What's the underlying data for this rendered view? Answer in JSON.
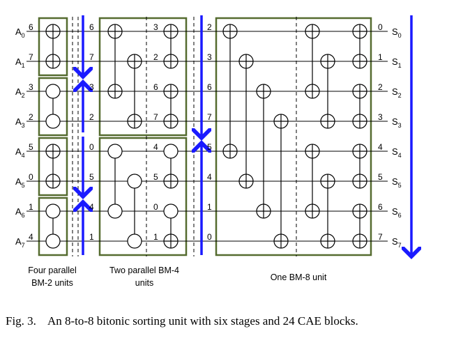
{
  "inputs": [
    {
      "name": "A",
      "sub": "0",
      "value": "6"
    },
    {
      "name": "A",
      "sub": "1",
      "value": "7"
    },
    {
      "name": "A",
      "sub": "2",
      "value": "3"
    },
    {
      "name": "A",
      "sub": "3",
      "value": "2"
    },
    {
      "name": "A",
      "sub": "4",
      "value": "5"
    },
    {
      "name": "A",
      "sub": "5",
      "value": "0"
    },
    {
      "name": "A",
      "sub": "6",
      "value": "1"
    },
    {
      "name": "A",
      "sub": "7",
      "value": "4"
    }
  ],
  "outputs": [
    {
      "name": "S",
      "sub": "0",
      "value": "0"
    },
    {
      "name": "S",
      "sub": "1",
      "value": "1"
    },
    {
      "name": "S",
      "sub": "2",
      "value": "2"
    },
    {
      "name": "S",
      "sub": "3",
      "value": "3"
    },
    {
      "name": "S",
      "sub": "4",
      "value": "4"
    },
    {
      "name": "S",
      "sub": "5",
      "value": "5"
    },
    {
      "name": "S",
      "sub": "6",
      "value": "6"
    },
    {
      "name": "S",
      "sub": "7",
      "value": "7"
    }
  ],
  "intermediate": {
    "after_bm2": [
      "6",
      "7",
      "3",
      "2",
      "0",
      "5",
      "4",
      "1"
    ],
    "bm4_mid": [
      "3",
      "2",
      "6",
      "7",
      "4",
      "5",
      "0",
      "1"
    ],
    "after_bm4": [
      "2",
      "3",
      "6",
      "7",
      "5",
      "4",
      "1",
      "0"
    ]
  },
  "captions": {
    "bm2_line1": "Four parallel",
    "bm2_line2": "BM-2 units",
    "bm4_line1": "Two parallel BM-4",
    "bm4_line2": "units",
    "bm8": "One BM-8 unit"
  },
  "figure_caption": "Fig. 3.    An 8-to-8 bitonic sorting unit with six stages and 24 CAE blocks.",
  "colors": {
    "box": "#556b2f",
    "arrow": "#1a1aff",
    "wire": "#000000"
  }
}
